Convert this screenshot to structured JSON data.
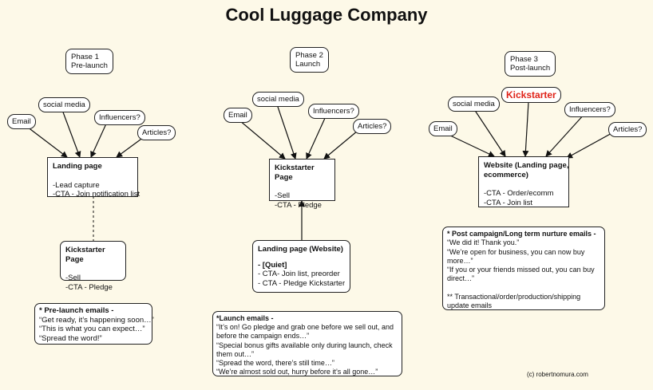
{
  "title": "Cool Luggage Company",
  "copyright": "(c) robertnomura.com",
  "colors": {
    "kickstarter_highlight": "#e0241a",
    "background": "#fdf9e8"
  },
  "phase1": {
    "phase_label": [
      "Phase 1",
      "Pre-launch"
    ],
    "sources": {
      "email": "Email",
      "social": "social media",
      "influencers": "Influencers?",
      "articles": "Articles?"
    },
    "landing": {
      "heading": "Landing page",
      "lines": [
        "-Lead capture",
        "-CTA - Join notification list"
      ]
    },
    "kickstarter": {
      "heading": "Kickstarter Page",
      "lines": [
        "-Sell",
        "-CTA - Pledge"
      ]
    },
    "emails": {
      "heading": "* Pre-launch emails -",
      "lines": [
        "“Get ready, it’s happening soon…”",
        "“This is what you can expect…”",
        "“Spread the word!”"
      ]
    }
  },
  "phase2": {
    "phase_label": [
      "Phase 2",
      "Launch"
    ],
    "sources": {
      "email": "Email",
      "social": "social media",
      "influencers": "Influencers?",
      "articles": "Articles?"
    },
    "kickstarter": {
      "heading": "Kickstarter Page",
      "lines": [
        "-Sell",
        "-CTA - Pledge"
      ]
    },
    "landing": {
      "heading": "Landing page (Website)",
      "lines": [
        "- [Quiet]",
        "- CTA- Join list, preorder",
        "- CTA - Pledge Kickstarter"
      ]
    },
    "emails": {
      "heading": "*Launch emails -",
      "lines": [
        "“It’s on! Go pledge and grab one before we sell out, and",
        "before the campaign ends…”",
        "“Special bonus gifts available only during launch, check",
        "them out…”",
        "“Spread the word, there’s still time…”",
        "“We’re almost sold out, hurry before it’s all gone…”"
      ]
    }
  },
  "phase3": {
    "phase_label": [
      "Phase 3",
      "Post-launch"
    ],
    "sources": {
      "email": "Email",
      "social": "social media",
      "kickstarter": "Kickstarter",
      "influencers": "Influencers?",
      "articles": "Articles?"
    },
    "website": {
      "heading": [
        "Website (Landing page,",
        "ecommerce)"
      ],
      "lines": [
        "-CTA - Order/ecomm",
        "-CTA - Join list"
      ]
    },
    "emails": {
      "heading": "* Post campaign/Long term nurture emails -",
      "lines": [
        "“We did it! Thank you.”",
        "“We’re open for business, you can now buy",
        "more…”",
        "“If you or your friends missed out, you can buy",
        "direct…”",
        "",
        "** Transactional/order/production/shipping",
        "update emails"
      ]
    }
  }
}
